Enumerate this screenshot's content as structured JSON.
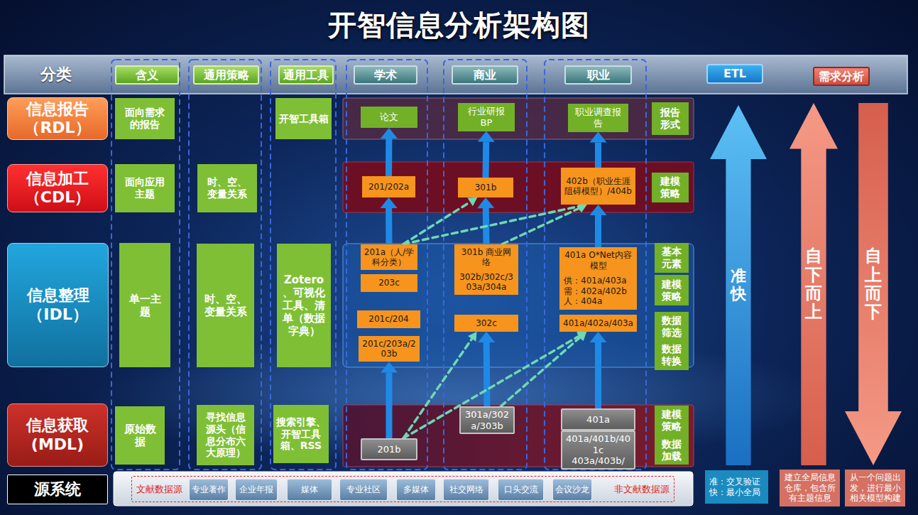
{
  "diagram": {
    "title": "开智信息分析架构图",
    "nodes": [
      {
        "text": [
          "分类"
        ]
      },
      {
        "text": [
          "含义"
        ]
      },
      {
        "text": [
          "通用策略"
        ]
      },
      {
        "text": [
          "通用工具"
        ]
      },
      {
        "text": [
          "学术"
        ]
      },
      {
        "text": [
          "商业"
        ]
      },
      {
        "text": [
          "职业"
        ]
      },
      {
        "text": [
          "ETL"
        ]
      },
      {
        "text": [
          "需求分析"
        ]
      },
      {
        "text": [
          "信息报告 （RDL）"
        ]
      },
      {
        "text": [
          "面向需求的报告"
        ]
      },
      {
        "text": [
          "开智工具箱"
        ]
      },
      {
        "text": [
          "论文"
        ]
      },
      {
        "text": [
          "行业研报 BP"
        ]
      },
      {
        "text": [
          "职业调查报告"
        ]
      },
      {
        "text": [
          "报告形式"
        ]
      },
      {
        "text": [
          "信息加工 （CDL）"
        ]
      },
      {
        "text": [
          "面向应用主题"
        ]
      },
      {
        "text": [
          "时、空、变量关系"
        ]
      },
      {
        "text": [
          "201/202a"
        ]
      },
      {
        "text": [
          "301b"
        ]
      },
      {
        "text": [
          "402b（职业生涯阻碍模型）/404b"
        ]
      },
      {
        "text": [
          "建模策略"
        ]
      },
      {
        "text": [
          "信息整理 （IDL）"
        ]
      },
      {
        "text": [
          "单一主题"
        ]
      },
      {
        "text": [
          "时、空、变量关系"
        ]
      },
      {
        "text": [
          "Zotero、可视化工具、清单（数据字典）"
        ]
      },
      {
        "text": [
          "201a（人/学科分类）"
        ]
      },
      {
        "text": [
          "203c"
        ]
      },
      {
        "text": [
          "201c/204"
        ]
      },
      {
        "text": [
          "201c/203a/203b"
        ]
      },
      {
        "text": [
          "301b 商业网络"
        ]
      },
      {
        "text": [
          "302b/302c/303a/304a"
        ]
      },
      {
        "text": [
          "302c"
        ]
      },
      {
        "text": [
          "401a O*Net内容模型"
        ]
      },
      {
        "text": [
          "供：401a/403a 需：402a/402b 人：404a"
        ]
      },
      {
        "text": [
          "401a/402a/403a"
        ]
      },
      {
        "text": [
          "基本元素"
        ]
      },
      {
        "text": [
          "建模策略"
        ]
      },
      {
        "text": [
          "数据筛选"
        ]
      },
      {
        "text": [
          "数据转换"
        ]
      },
      {
        "text": [
          "信息获取 (MDL)"
        ]
      },
      {
        "text": [
          "原始数据"
        ]
      },
      {
        "text": [
          "寻找信息源头（信息分布六大原理）"
        ]
      },
      {
        "text": [
          "搜索引擎、开智工具箱、RSS"
        ]
      },
      {
        "text": [
          "201b"
        ]
      },
      {
        "text": [
          "301a/302a/303b"
        ]
      },
      {
        "text": [
          "401a"
        ]
      },
      {
        "text": [
          "401a/401b/401c 403a/403b/"
        ]
      },
      {
        "text": [
          "建模策略"
        ]
      },
      {
        "text": [
          "数据加载"
        ]
      },
      {
        "text": [
          "准快"
        ]
      },
      {
        "text": [
          "自下而上"
        ]
      },
      {
        "text": [
          "自上而下"
        ]
      },
      {
        "text": [
          "源系统"
        ]
      },
      {
        "text": [
          "文献数据源",
          "非文献数据源"
        ]
      },
      {
        "text": [
          "专业著作"
        ],
        "in": 55
      },
      {
        "text": [
          "企业年报"
        ],
        "in": 55
      },
      {
        "text": [
          "媒体"
        ],
        "in": 55
      },
      {
        "text": [
          "专业社区"
        ],
        "in": 55
      },
      {
        "text": [
          "多媒体"
        ],
        "in": 55
      },
      {
        "text": [
          "社交网络"
        ],
        "in": 55
      },
      {
        "text": [
          "口头交流"
        ],
        "in": 55
      },
      {
        "text": [
          "会议沙龙"
        ],
        "in": 55
      },
      {
        "text": [
          "准：交叉验证 快：最小全局"
        ]
      },
      {
        "text": [
          "建立全局信息仓库，包含所有主题信息"
        ]
      },
      {
        "text": [
          "从一个问题出发，进行最小相关模型构建"
        ]
      }
    ],
    "edges": [
      {
        "from": 45,
        "to": 30,
        "arrow": "to"
      },
      {
        "from": 27,
        "to": 19,
        "arrow": "to"
      },
      {
        "from": 19,
        "to": 12,
        "arrow": "to"
      },
      {
        "from": 46,
        "to": 33,
        "arrow": "to"
      },
      {
        "from": 31,
        "to": 20,
        "arrow": "to"
      },
      {
        "from": 20,
        "to": 13,
        "arrow": "to"
      },
      {
        "from": 47,
        "to": 36,
        "arrow": "to"
      },
      {
        "from": 34,
        "to": 21,
        "arrow": "to"
      },
      {
        "from": 21,
        "to": 14,
        "arrow": "to"
      },
      {
        "from": 45,
        "to": 33,
        "arrow": "to"
      },
      {
        "from": 45,
        "to": 36,
        "arrow": "to"
      },
      {
        "from": 46,
        "to": 36,
        "arrow": "to"
      },
      {
        "from": 27,
        "to": 20,
        "arrow": "to"
      },
      {
        "from": 27,
        "to": 21,
        "arrow": "to"
      },
      {
        "from": 31,
        "to": 21,
        "arrow": "to"
      }
    ]
  }
}
